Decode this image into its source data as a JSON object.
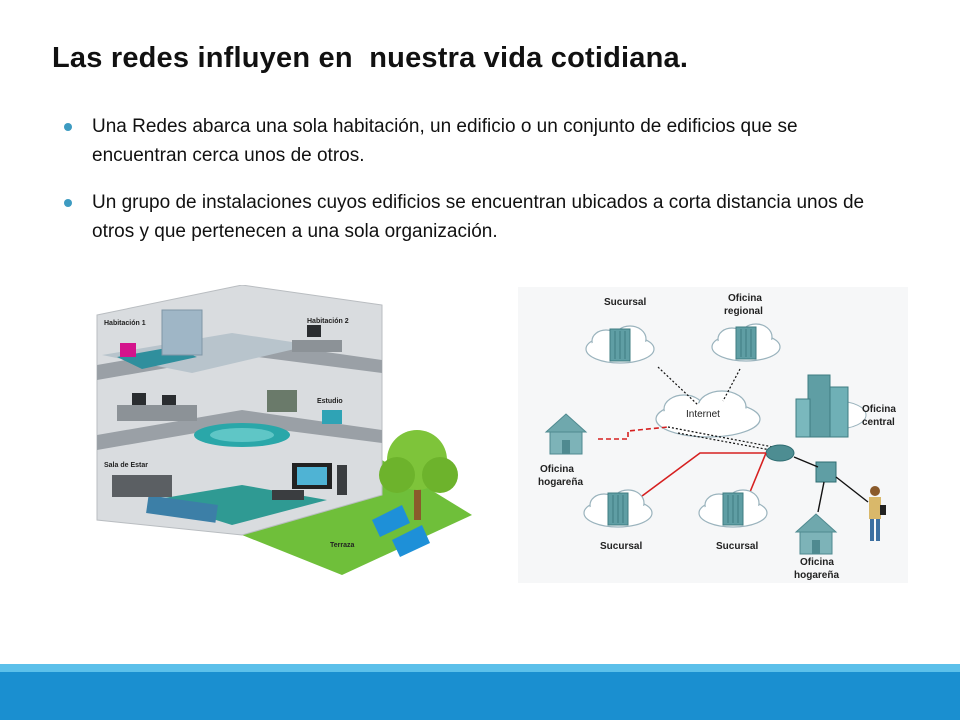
{
  "slide": {
    "title": "Las redes influyen en  nuestra vida cotidiana.",
    "bullets": [
      "Una Redes abarca una sola habitación, un edificio o un conjunto de edificios que se encuentran cerca unos de otros.",
      "Un grupo de instalaciones cuyos edificios se encuentran ubicados a corta distancia unos de otros y que pertenecen a una sola organización."
    ]
  },
  "house": {
    "labels": {
      "room1": "Habitación 1",
      "room2": "Habitación 2",
      "study": "Estudio",
      "living": "Sala de Estar",
      "terrace": "Terraza"
    }
  },
  "network": {
    "labels": {
      "branch_top": "Sucursal",
      "regional_1": "Oficina",
      "regional_2": "regional",
      "internet": "Internet",
      "central_1": "Oficina",
      "central_2": "central",
      "home_left_1": "Oficina",
      "home_left_2": "hogareña",
      "branch_bottom_left": "Sucursal",
      "branch_bottom_right": "Sucursal",
      "home_right_1": "Oficina",
      "home_right_2": "hogareña"
    },
    "colors": {
      "wan_link": "#d62020",
      "building": "#5f9ea4",
      "cloud": "#ffffff"
    }
  },
  "theme": {
    "accent": "#1a8fd0",
    "bullet": "#3d9bc1"
  }
}
